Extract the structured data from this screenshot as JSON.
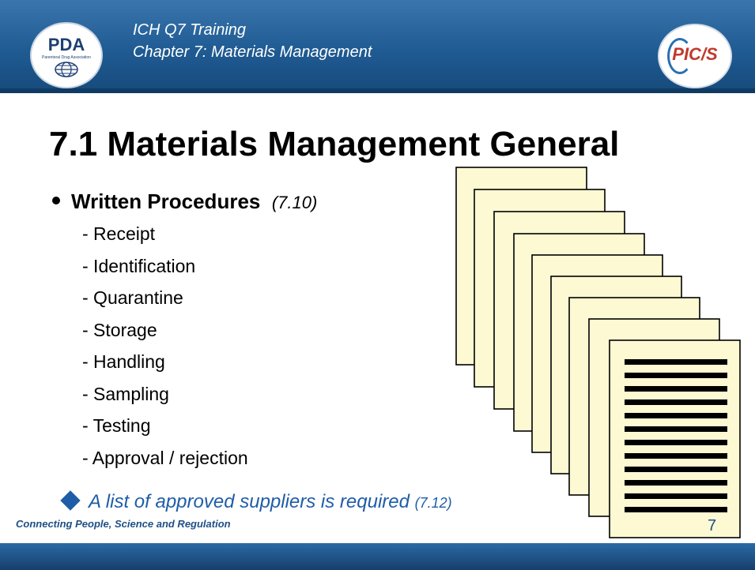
{
  "header": {
    "line1": "ICH Q7 Training",
    "line2": "Chapter 7: Materials Management",
    "left_logo": {
      "text": "PDA",
      "subtext": "Parenteral Drug Association",
      "icon": "globe-icon"
    },
    "right_logo": {
      "text": "PIC/S",
      "icon": "pics-ring-icon"
    }
  },
  "title": "7.1  Materials Management General",
  "bullet": {
    "heading": "Written Procedures",
    "ref": "(7.10)"
  },
  "items": [
    "- Receipt",
    "- Identification",
    "- Quarantine",
    "- Storage",
    "- Handling",
    "- Sampling",
    "- Testing",
    "- Approval / rejection"
  ],
  "note": {
    "text": "A list of approved suppliers is required ",
    "ref": "(7.12)"
  },
  "footer": {
    "tagline": "Connecting People, Science and Regulation",
    "page": "7"
  },
  "colors": {
    "header_blue": "#1f5b92",
    "note_blue": "#1f5da8",
    "paper": "#fdf9d3"
  },
  "illustration": {
    "icon": "document-stack-icon",
    "pages": 9,
    "lines_on_front_page": 12
  }
}
